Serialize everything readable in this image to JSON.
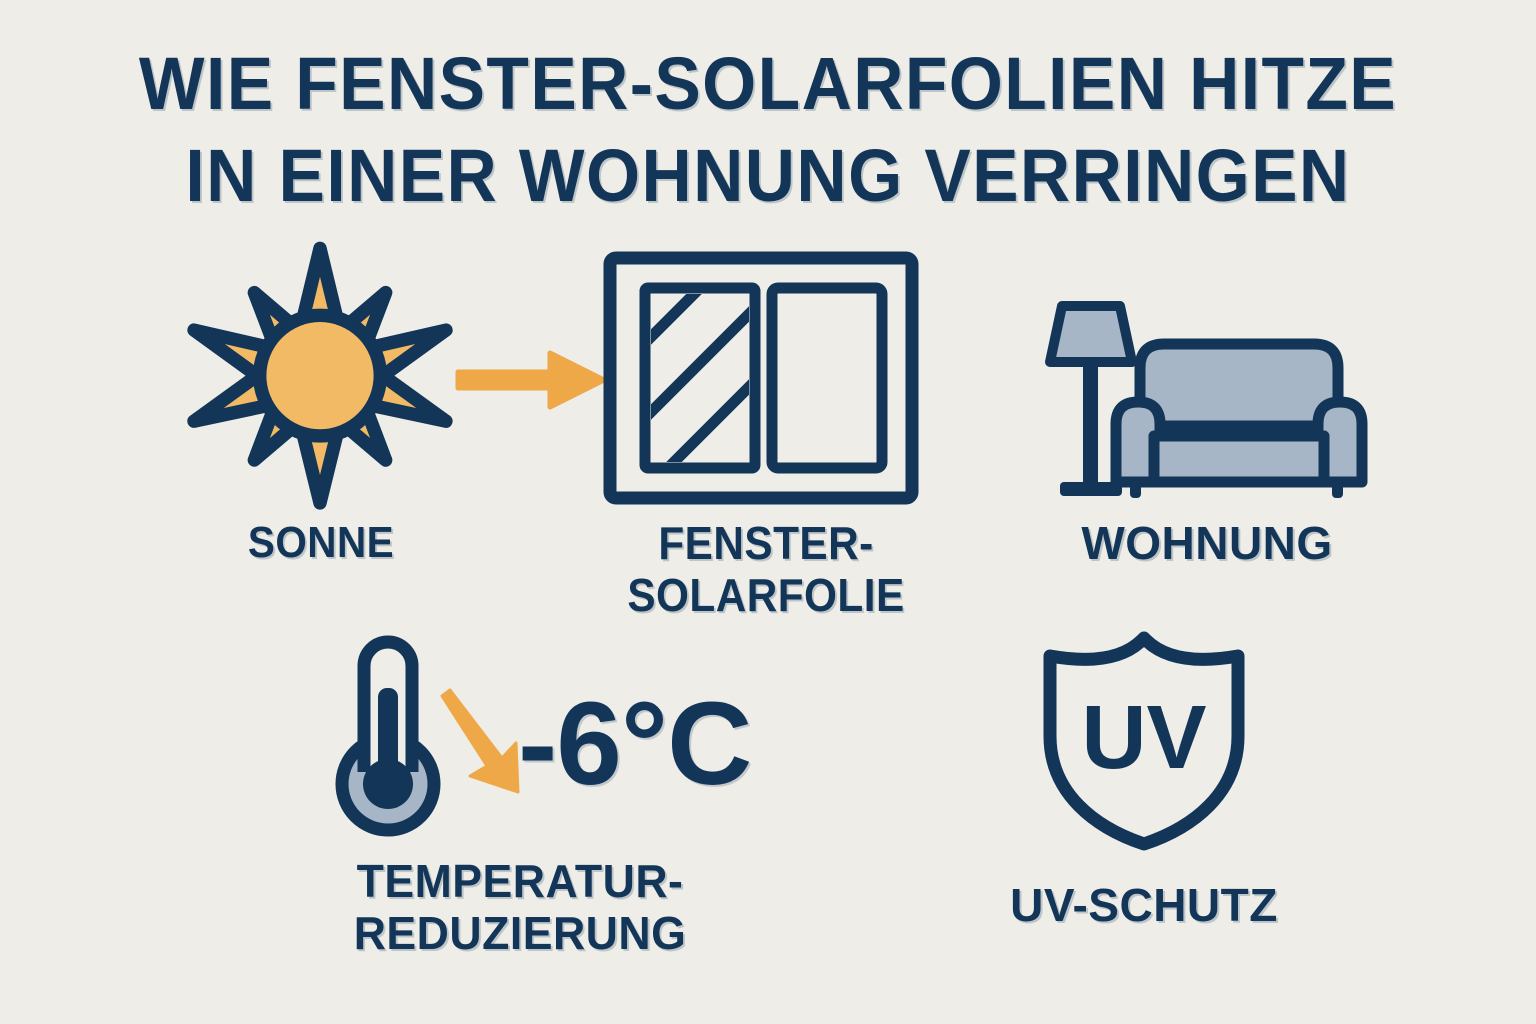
{
  "meta": {
    "background_color": "#EEEDE8",
    "navy": "#133558",
    "orange": "#EFA848",
    "sun_yellow": "#F2BA64",
    "slate_blue": "#A6B6C6"
  },
  "title": {
    "line1": "WIE FENSTER-SOLARFOLIEN HITZE",
    "line2": "IN EINER WOHNUNG VERRINGEN"
  },
  "nodes": {
    "sun": {
      "label": "SONNE",
      "icon": "sun-icon"
    },
    "window_film": {
      "label_line1": "FENSTER-",
      "label_line2": "SOLARFOLIE",
      "icon": "window-icon"
    },
    "apartment": {
      "label": "WOHNUNG",
      "icon": "sofa-and-lamp-icon"
    },
    "temperature": {
      "label_line1": "TEMPERATUR-",
      "label_line2": "REDUZIERUNG",
      "value": "-6°C",
      "icon": "thermometer-icon"
    },
    "uv": {
      "label": "UV-SCHUTZ",
      "shield_text": "UV",
      "icon": "shield-icon"
    }
  },
  "connectors": {
    "sun_to_window": "arrow-right-icon",
    "thermometer_drop": "arrow-down-right-icon"
  }
}
